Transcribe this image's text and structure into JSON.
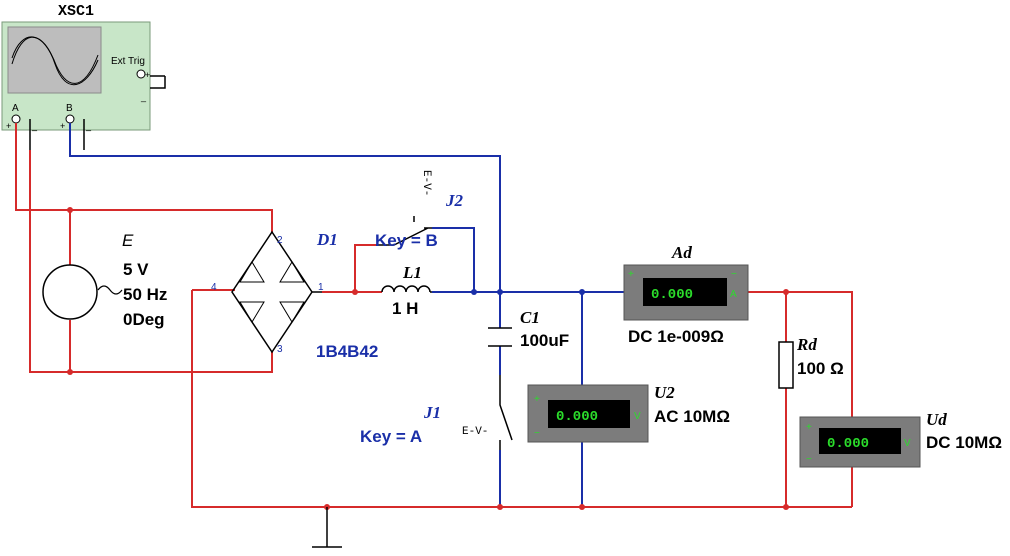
{
  "scope": {
    "name": "XSC1",
    "ext_trig": "Ext Trig",
    "ch_a": "A",
    "ch_b": "B",
    "plus": "+",
    "minus": "_"
  },
  "source": {
    "ref": "E",
    "voltage": "5 V",
    "frequency": "50 Hz",
    "phase": "0Deg"
  },
  "bridge": {
    "ref": "D1",
    "model": "1B4B42",
    "pin1": "1",
    "pin2": "2",
    "pin3": "3",
    "pin4": "4"
  },
  "inductor": {
    "ref": "L1",
    "value": "1 H"
  },
  "switch_j2": {
    "ref": "J2",
    "key": "Key = B",
    "glyph": "E-V-"
  },
  "switch_j1": {
    "ref": "J1",
    "key": "Key = A",
    "glyph": "E-V-"
  },
  "capacitor": {
    "ref": "C1",
    "value": "100uF"
  },
  "ammeter": {
    "ref": "Ad",
    "reading": "0.000",
    "unit": "A",
    "mode": "DC  1e-009Ω"
  },
  "voltmeter_u2": {
    "ref": "U2",
    "reading": "0.000",
    "unit": "V",
    "mode": "AC  10MΩ"
  },
  "voltmeter_ud": {
    "ref": "Ud",
    "reading": "0.000",
    "unit": "V",
    "mode": "DC 10MΩ"
  },
  "resistor": {
    "ref": "Rd",
    "value": "100  Ω"
  },
  "colors": {
    "wire_red": "#d62b2b",
    "wire_blue": "#1a2fa8",
    "meter_display": "#2bdc2b",
    "scope_panel": "#c8e6c8"
  }
}
